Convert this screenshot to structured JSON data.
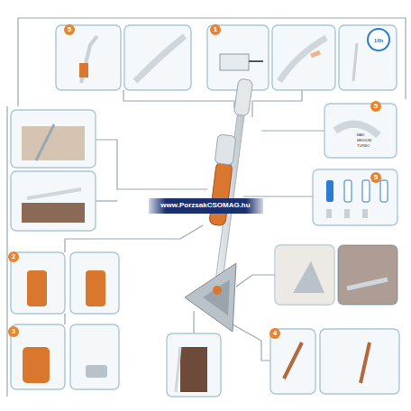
{
  "diagram": {
    "labels": [
      "5",
      "1",
      "16h",
      "5",
      "MAX",
      "MEDIUM",
      "TURBO",
      "5",
      "www.PorzsakCSOMAG.hu",
      "2",
      "3",
      "4"
    ]
  }
}
